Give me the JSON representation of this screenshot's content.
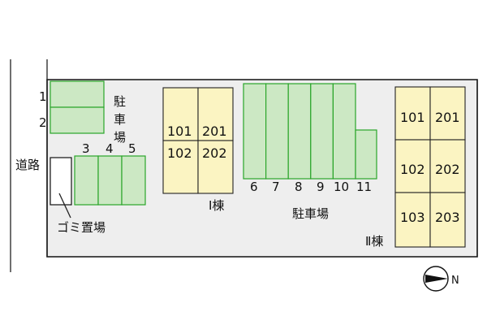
{
  "road_label": "道路",
  "trash_label": "ゴミ置場",
  "parking_left": {
    "c1": "駐",
    "c2": "車",
    "c3": "場"
  },
  "parking_center_label": "駐車場",
  "building1_label": "Ⅰ棟",
  "building2_label": "Ⅱ棟",
  "compass_letter": "N",
  "space_numbers": [
    "1",
    "2",
    "3",
    "4",
    "5",
    "6",
    "7",
    "8",
    "9",
    "10",
    "11"
  ],
  "building1_units": [
    "101",
    "201",
    "102",
    "202"
  ],
  "building2_units": [
    "101",
    "201",
    "102",
    "202",
    "103",
    "203"
  ],
  "colors": {
    "parking_fill": "#cce8c4",
    "parking_stroke": "#2aa52a",
    "unit_fill": "#fbf4c2",
    "lot_fill": "#eeeeee"
  }
}
